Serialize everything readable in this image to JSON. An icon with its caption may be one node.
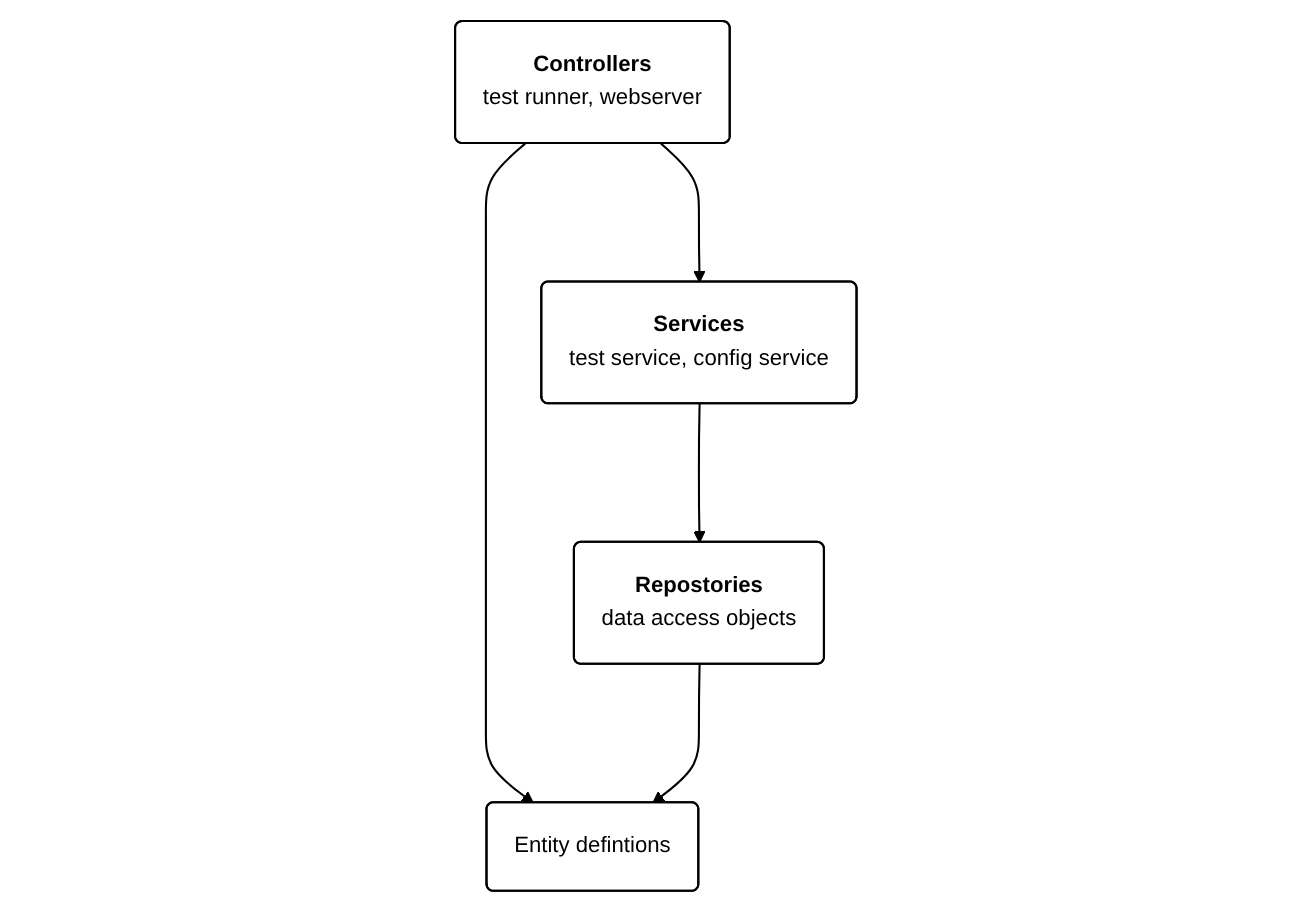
{
  "diagram": {
    "nodes": [
      {
        "text": [
          "Controllers",
          "test runner, webserver"
        ]
      },
      {
        "text": [
          "Services",
          "test service, config service"
        ]
      },
      {
        "text": [
          "Repostories",
          "data access objects"
        ]
      },
      {
        "text": [
          "Entity defintions"
        ]
      }
    ],
    "edges": [
      {
        "from": 0,
        "to": 1,
        "arrow": "to"
      },
      {
        "from": 1,
        "to": 2,
        "arrow": "to"
      },
      {
        "from": 0,
        "to": 3,
        "arrow": "to"
      },
      {
        "from": 2,
        "to": 3,
        "arrow": "to"
      }
    ]
  }
}
